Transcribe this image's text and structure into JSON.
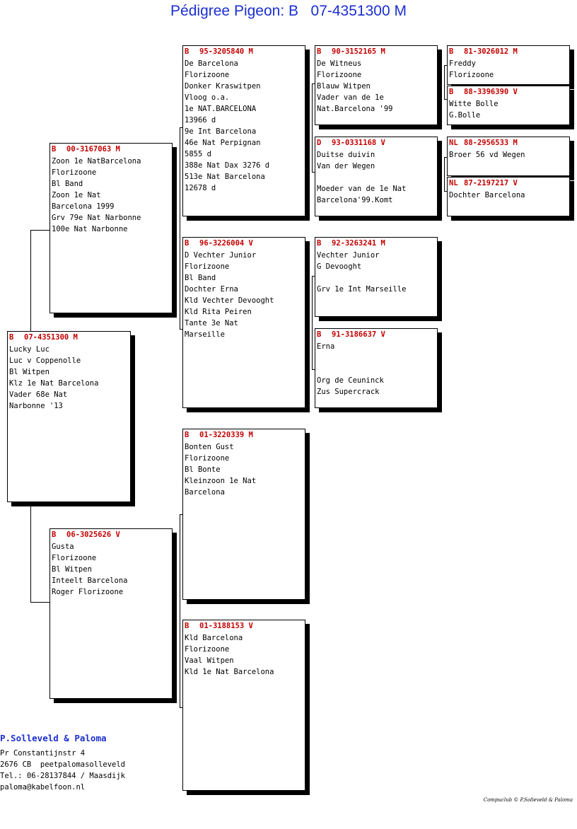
{
  "page_title": "Pédigree Pigeon: B   07-4351300 M",
  "cards": {
    "subject": {
      "country": "B",
      "ring": "07-4351300 M",
      "lines": [
        "Lucky Luc",
        "Luc v Coppenolle",
        "Bl Witpen",
        "Klz 1e Nat Barcelona",
        "Vader 68e Nat",
        "Narbonne '13"
      ]
    },
    "father": {
      "country": "B",
      "ring": "00-3167063 M",
      "lines": [
        "Zoon 1e NatBarcelona",
        "Florizoone",
        "Bl Band",
        "Zoon 1e Nat",
        "Barcelona 1999",
        "Grv 79e Nat Narbonne",
        "100e Nat Narbonne"
      ]
    },
    "mother": {
      "country": "B",
      "ring": "06-3025626 V",
      "lines": [
        "Gusta",
        "Florizoone",
        "Bl Witpen",
        "Inteelt Barcelona",
        "Roger Florizoone"
      ]
    },
    "ff": {
      "country": "B",
      "ring": "95-3205840 M",
      "lines": [
        "De Barcelona",
        "Florizoone",
        "Donker Kraswitpen",
        "Vloog o.a.",
        "1e NAT.BARCELONA",
        "13966 d",
        "9e Int Barcelona",
        "46e Nat Perpignan",
        "5855 d",
        "388e Nat Dax 3276 d",
        "513e Nat Barcelona",
        "12678 d"
      ]
    },
    "fm": {
      "country": "B",
      "ring": "96-3226004 V",
      "lines": [
        "D Vechter Junior",
        "Florizoone",
        "Bl Band",
        "Dochter Erna",
        "Kld Vechter Devooght",
        "Kld Rita Peiren",
        "Tante 3e Nat",
        "Marseille"
      ]
    },
    "mf": {
      "country": "B",
      "ring": "01-3220339 M",
      "lines": [
        "Bonten Gust",
        "Florizoone",
        "Bl Bonte",
        "Kleinzoon 1e Nat",
        "Barcelona"
      ]
    },
    "mm": {
      "country": "B",
      "ring": "01-3188153 V",
      "lines": [
        "Kld Barcelona",
        "Florizoone",
        "Vaal Witpen",
        "Kld 1e Nat Barcelona"
      ]
    },
    "fff": {
      "country": "B",
      "ring": "90-3152165 M",
      "lines": [
        "De Witneus",
        "Florizoone",
        "Blauw Witpen",
        "Vader van de 1e",
        "Nat.Barcelona '99"
      ]
    },
    "ffm": {
      "country": "D",
      "ring": "93-0331168 V",
      "lines": [
        "Duitse duivin",
        "Van der Wegen",
        "",
        "Moeder van de 1e Nat",
        "Barcelona'99.Komt"
      ]
    },
    "fmf": {
      "country": "B",
      "ring": "92-3263241 M",
      "lines": [
        "Vechter Junior",
        "G Devooght",
        "",
        "Grv 1e Int Marseille"
      ]
    },
    "fmm": {
      "country": "B",
      "ring": "91-3186637 V",
      "lines": [
        "Erna",
        "",
        "",
        "Org de Ceuninck",
        "Zus Supercrack"
      ]
    },
    "ffff": {
      "country": "B",
      "ring": "81-3026012 M",
      "lines": [
        "Freddy",
        "Florizoone"
      ]
    },
    "fffm": {
      "country": "B",
      "ring": "88-3396390 V",
      "lines": [
        "Witte Bolle",
        "G.Bolle"
      ]
    },
    "ffmf": {
      "country": "NL",
      "ring": "88-2956533 M",
      "lines": [
        "Broer 56 vd Wegen"
      ]
    },
    "ffmm": {
      "country": "NL",
      "ring": "87-2197217 V",
      "lines": [
        "Dochter Barcelona"
      ]
    }
  },
  "footer": {
    "name": "P.Solleveld & Paloma",
    "address": "Pr Constantijnstr 4",
    "city": "2676 CB  peetpalomasolleveld",
    "tel": "Tel.: 06-28137844 / Maasdijk",
    "email": "paloma@kabelfoon.nl",
    "credit": "Compuclub © P.Solleveld & Paloma"
  }
}
